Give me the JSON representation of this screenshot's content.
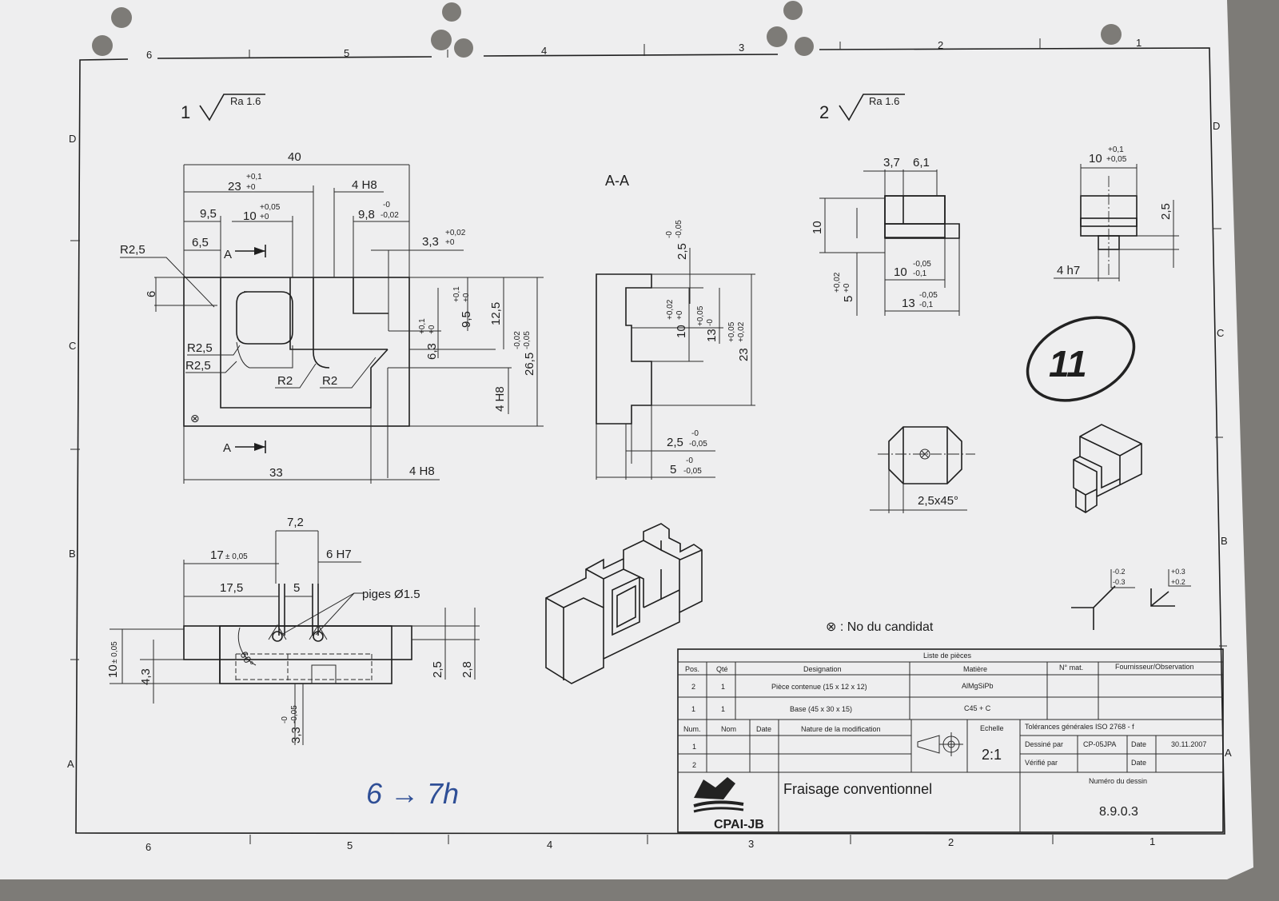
{
  "grid": {
    "top_numbers": [
      "6",
      "5",
      "4",
      "3",
      "2",
      "1"
    ],
    "bottom_numbers": [
      "6",
      "5",
      "4",
      "3",
      "2",
      "1"
    ],
    "left_letters": [
      "D",
      "C",
      "B",
      "A"
    ],
    "right_letters": [
      "D",
      "C",
      "B",
      "A"
    ]
  },
  "part1": {
    "item_number": "1",
    "roughness": "Ra 1.6",
    "dims": {
      "d40": "40",
      "d23": "23",
      "d23_tol_upper": "+0,1",
      "d23_tol_lower": "+0",
      "d4h8_top": "4 H8",
      "d9_5": "9,5",
      "d10": "10",
      "d10_tol_upper": "+0,05",
      "d10_tol_lower": "+0",
      "d9_8": "9,8",
      "d9_8_tol_upper": "-0",
      "d9_8_tol_lower": "-0,02",
      "d3_3": "3,3",
      "d3_3_tol_upper": "+0,02",
      "d3_3_tol_lower": "+0",
      "r2_5_top": "R2,5",
      "d6_5": "6,5",
      "section_a_top": "A",
      "d6": "6",
      "r2_5_a": "R2,5",
      "r2_5_b": "R2,5",
      "r2_a": "R2",
      "r2_b": "R2",
      "d6_3": "6,3",
      "d6_3_tol_upper": "+0,1",
      "d6_3_tol_lower": "+0",
      "d9_5v": "9,5",
      "d9_5v_tol_upper": "+0,1",
      "d9_5v_tol_lower": "+0",
      "d12_5": "12,5",
      "d26_5": "26,5",
      "d26_5_tol_upper": "-0,02",
      "d26_5_tol_lower": "-0,05",
      "d4h8_v": "4 H8",
      "section_a_bottom": "A",
      "d33": "33",
      "d4h8_bottom": "4 H8",
      "candidate_symbol": "⊗"
    }
  },
  "section_aa": {
    "title": "A-A",
    "d2_5_top": "2,5",
    "d2_5_top_tol_upper": "-0",
    "d2_5_top_tol_lower": "-0,05",
    "d10": "10",
    "d10_tol_upper": "+0,02",
    "d10_tol_lower": "+0",
    "d13": "13",
    "d13_tol_upper": "+0,05",
    "d13_tol_lower": "-0",
    "d23": "23",
    "d23_tol_upper": "+0,05",
    "d23_tol_lower": "+0,02",
    "d2_5_bottom": "2,5",
    "d2_5_bottom_tol_upper": "-0",
    "d2_5_bottom_tol_lower": "-0,05",
    "d5": "5",
    "d5_tol_upper": "-0",
    "d5_tol_lower": "-0,05"
  },
  "bottom_view": {
    "d7_2": "7,2",
    "d17": "17",
    "d17_tol": "± 0,05",
    "d6h7": "6 H7",
    "d17_5": "17,5",
    "d5": "5",
    "pins_label": "piges Ø1.5",
    "angle": "60°",
    "d10": "10",
    "d10_tol": "± 0,05",
    "d4_3": "4,3",
    "d2_5": "2,5",
    "d2_8": "2,8",
    "d3_3": "3,3",
    "d3_3_tol_upper": "-0",
    "d3_3_tol_lower": "-0,05"
  },
  "part2": {
    "item_number": "2",
    "roughness": "Ra 1.6",
    "d3_7": "3,7",
    "d6_1": "6,1",
    "d10": "10",
    "d5": "5",
    "d5_tol_upper": "+0,02",
    "d5_tol_lower": "+0",
    "d10w": "10",
    "d10w_tol_upper": "-0,05",
    "d10w_tol_lower": "-0,1",
    "d13": "13",
    "d13_tol_upper": "-0,05",
    "d13_tol_lower": "-0,1",
    "d10_side": "10",
    "d10_side_tol_upper": "+0,1",
    "d10_side_tol_lower": "+0,05",
    "d2_5": "2,5",
    "d4h7": "4 h7",
    "chamfer": "2,5x45°"
  },
  "circled_number": "11",
  "tolerance_symbols": {
    "left_upper": "-0.2",
    "left_lower": "-0.3",
    "right_upper": "+0.3",
    "right_lower": "+0.2"
  },
  "candidate_note": "⊗ : No du candidat",
  "handwritten_note": "6 → 7h",
  "title_block": {
    "parts_list_title": "Liste de pièces",
    "headers": {
      "pos": "Pos.",
      "qty": "Qté",
      "designation": "Designation",
      "material": "Matière",
      "mat_no": "N° mat.",
      "supplier": "Fournisseur/Observation"
    },
    "rows": [
      {
        "pos": "2",
        "qty": "1",
        "designation": "Pièce contenue (15 x 12 x 12)",
        "material": "AlMgSiPb"
      },
      {
        "pos": "1",
        "qty": "1",
        "designation": "Base (45 x 30 x 15)",
        "material": "C45 + C"
      }
    ],
    "mod_headers": {
      "num": "Num.",
      "name": "Nom",
      "date": "Date",
      "nature": "Nature de la modification"
    },
    "mod_rows": [
      "1",
      "2"
    ],
    "scale_label": "Echelle",
    "scale": "2:1",
    "tolerances": "Tolérances générales ISO 2768 - f",
    "drawn_by_label": "Dessiné par",
    "drawn_by": "CP-05JPA",
    "date_label": "Date",
    "date": "30.11.2007",
    "checked_label": "Vérifié par",
    "checked_date_label": "Date",
    "drawing_no_label": "Numéro du dessin",
    "drawing_no": "8.9.0.3",
    "title": "Fraisage conventionnel",
    "logo_text": "CPAI-JB"
  }
}
